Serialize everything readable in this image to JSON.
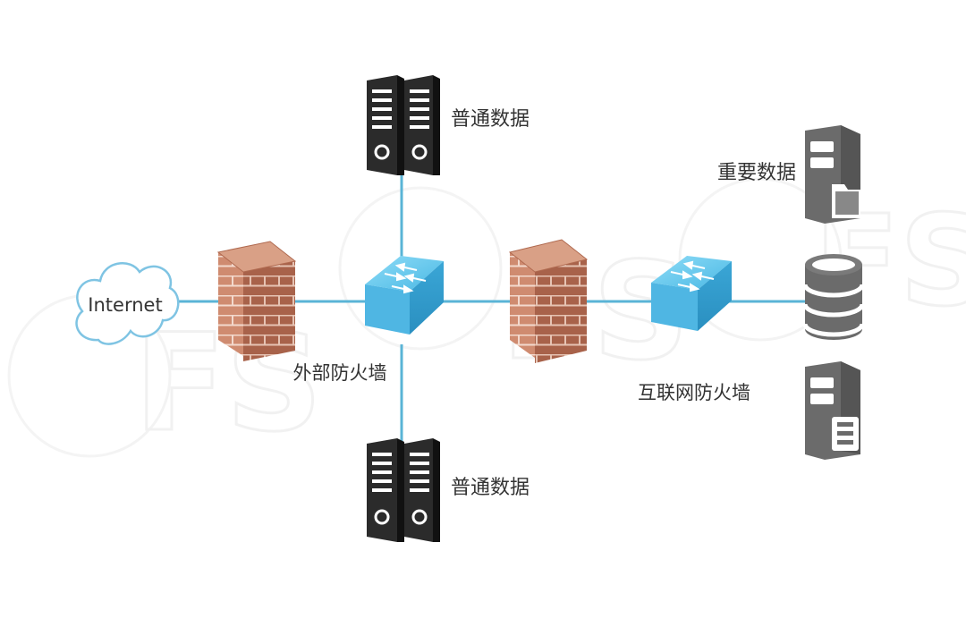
{
  "nodes": {
    "internet": {
      "label": "Internet",
      "icon": "cloud-icon"
    },
    "external_firewall": {
      "label": "外部防火墙",
      "icon": "firewall-icon"
    },
    "switch_center": {
      "icon": "switch-icon"
    },
    "internal_firewall": {
      "icon": "firewall-icon"
    },
    "switch_right": {
      "label": "互联网防火墙",
      "icon": "switch-icon"
    },
    "server_top": {
      "label": "普通数据",
      "icon": "server-rack-icon"
    },
    "server_bottom": {
      "label": "普通数据",
      "icon": "server-rack-icon"
    },
    "server_important": {
      "label": "重要数据",
      "icon": "file-server-icon"
    },
    "database": {
      "icon": "database-icon"
    },
    "server_app": {
      "icon": "app-server-icon"
    }
  },
  "watermark": "FS",
  "colors": {
    "link": "#5ab4d6",
    "cloud_stroke": "#7fc4e3",
    "brick": "#c8836a",
    "brick_dark": "#a45e45",
    "switch": "#5cc2ea",
    "server": "#2b2b2b",
    "device_gray": "#6b6b6b"
  }
}
